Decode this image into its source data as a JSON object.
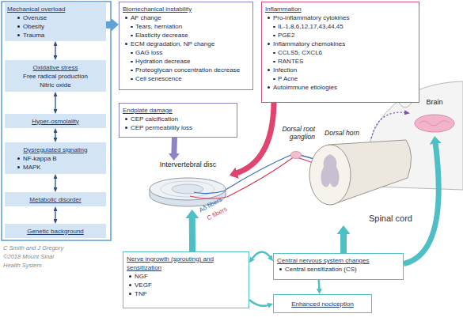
{
  "diagram": {
    "nodes": [
      {
        "text": [
          "Mechanical overload",
          "Overuse",
          "Obesity",
          "Trauma"
        ]
      },
      {
        "text": [
          "Oxidative stress",
          "Free radical production",
          "Nitric oxide"
        ]
      },
      {
        "text": [
          "Hyper-osmolality"
        ]
      },
      {
        "text": [
          "Dysregulated signaling",
          "NF-kappa B",
          "MAPK"
        ]
      },
      {
        "text": [
          "Metabolic disorder"
        ]
      },
      {
        "text": [
          "Genetic background"
        ]
      },
      {
        "text": [
          "Biomechanical instability",
          "AF change",
          "Tears, herniation",
          "Elasticity decrease",
          "ECM degradation, NP change",
          "GAG loss",
          "Hydration decrease",
          "Proteoglycan concentration decrease",
          "Cell senescence"
        ]
      },
      {
        "text": [
          "Inflammation",
          "Pro-inflammatory cytokines",
          "IL-1,8,6,12,17,43,44,45",
          "PGE2",
          "Inflammatory chemokines",
          "CCLS5, CXCL6",
          "RANTES",
          "Infection",
          "P Acne",
          "Autoimmune etiologies"
        ]
      },
      {
        "text": [
          "Endplate damage",
          "CEP calcification",
          "CEP permeability loss"
        ]
      },
      {
        "text": [
          "Brain"
        ]
      },
      {
        "text": [
          "Intervertebral disc"
        ]
      },
      {
        "text": [
          "Spinal cord"
        ]
      },
      {
        "text": [
          "Nerve ingrowth (sprouting) and sensitization",
          "NGF",
          "VEGF",
          "TNF"
        ]
      },
      {
        "text": [
          "Central nervous system changes",
          "Central sensitization (CS)"
        ]
      },
      {
        "text": [
          "Enhanced nociception"
        ]
      }
    ],
    "edges": [
      {
        "from": 0,
        "to": 1,
        "arrow": "both"
      },
      {
        "from": 1,
        "to": 2,
        "arrow": "both"
      },
      {
        "from": 2,
        "to": 3,
        "arrow": "both"
      },
      {
        "from": 3,
        "to": 4,
        "arrow": "both"
      },
      {
        "from": 4,
        "to": 5,
        "arrow": "both"
      },
      {
        "from": 0,
        "to": 6,
        "arrow": "to"
      },
      {
        "from": 8,
        "to": 10,
        "arrow": "to"
      },
      {
        "from": 7,
        "to": 10,
        "arrow": "to"
      },
      {
        "from": 12,
        "to": 10,
        "arrow": "to"
      },
      {
        "from": 13,
        "to": 11,
        "arrow": "to"
      },
      {
        "from": 13,
        "to": 9,
        "arrow": "to"
      },
      {
        "from": 11,
        "to": 9,
        "arrow": "to"
      },
      {
        "from": 12,
        "to": 13,
        "arrow": "both"
      },
      {
        "from": 13,
        "to": 14,
        "arrow": "to"
      },
      {
        "from": 12,
        "to": 14,
        "arrow": "to"
      }
    ],
    "labels": [
      "Dorsal root ganglion",
      "Dorsal horn",
      "Aδ fibers",
      "C fibers",
      "C Smith and J Gregory",
      "©2018 Mount Sinai",
      "Health System"
    ]
  }
}
